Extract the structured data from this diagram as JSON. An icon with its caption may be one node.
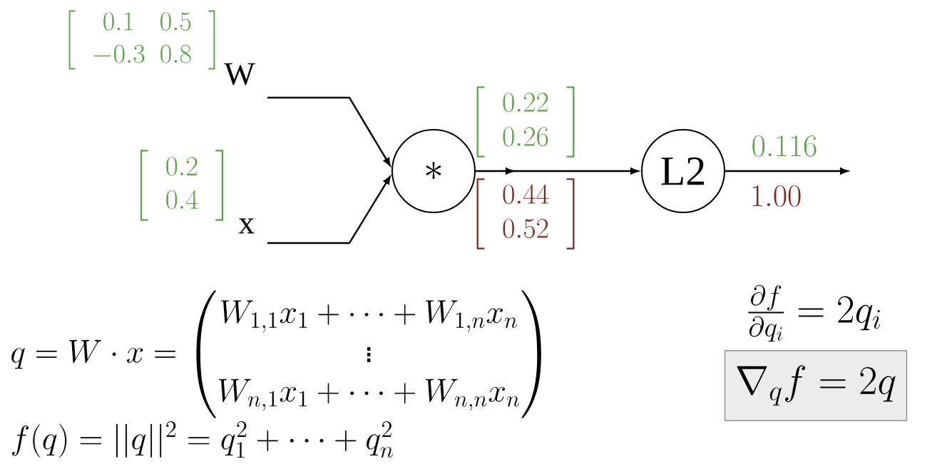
{
  "diagram": {
    "nodes": [
      {
        "text": [
          "W"
        ],
        "beside": [
          "\\begin{bmatrix} 0.1 & 0.5 \\\\ -0.3 & 0.8 \\end{bmatrix}"
        ]
      },
      {
        "text": [
          "x"
        ],
        "beside": [
          "\\begin{bmatrix} 0.2 \\\\ 0.4 \\end{bmatrix}"
        ]
      },
      {
        "text": [
          "*"
        ]
      },
      {
        "text": [
          "L2"
        ]
      },
      {
        "text": [
          "\\nabla_q f = 2q"
        ]
      }
    ],
    "edges": [
      {
        "from": 0,
        "to": 2,
        "arrow": "to"
      },
      {
        "from": 1,
        "to": 2,
        "arrow": "to"
      },
      {
        "from": 2,
        "to": 3,
        "arrow": "to",
        "label": "\\begin{bmatrix} 0.22 \\\\ 0.26 \\end{bmatrix}"
      },
      {
        "from": 3,
        "to": null,
        "arrow": "to",
        "label": "0.116"
      }
    ],
    "labels": [
      "\\begin{bmatrix} 0.44 \\\\ 0.52 \\end{bmatrix}",
      "1.00",
      "q = W \\cdot x = \\begin{pmatrix} W_{1,1}x_1 + \\cdots + W_{1,n}x_n \\\\ \\vdots \\\\ W_{n,1}x_1 + \\cdots + W_{n,n}x_n \\end{pmatrix}",
      "f(q) = ||q||^2 = q_1^2 + \\cdots + q_n^2",
      "\\frac{\\partial f}{\\partial q_i} = 2q_i"
    ]
  }
}
